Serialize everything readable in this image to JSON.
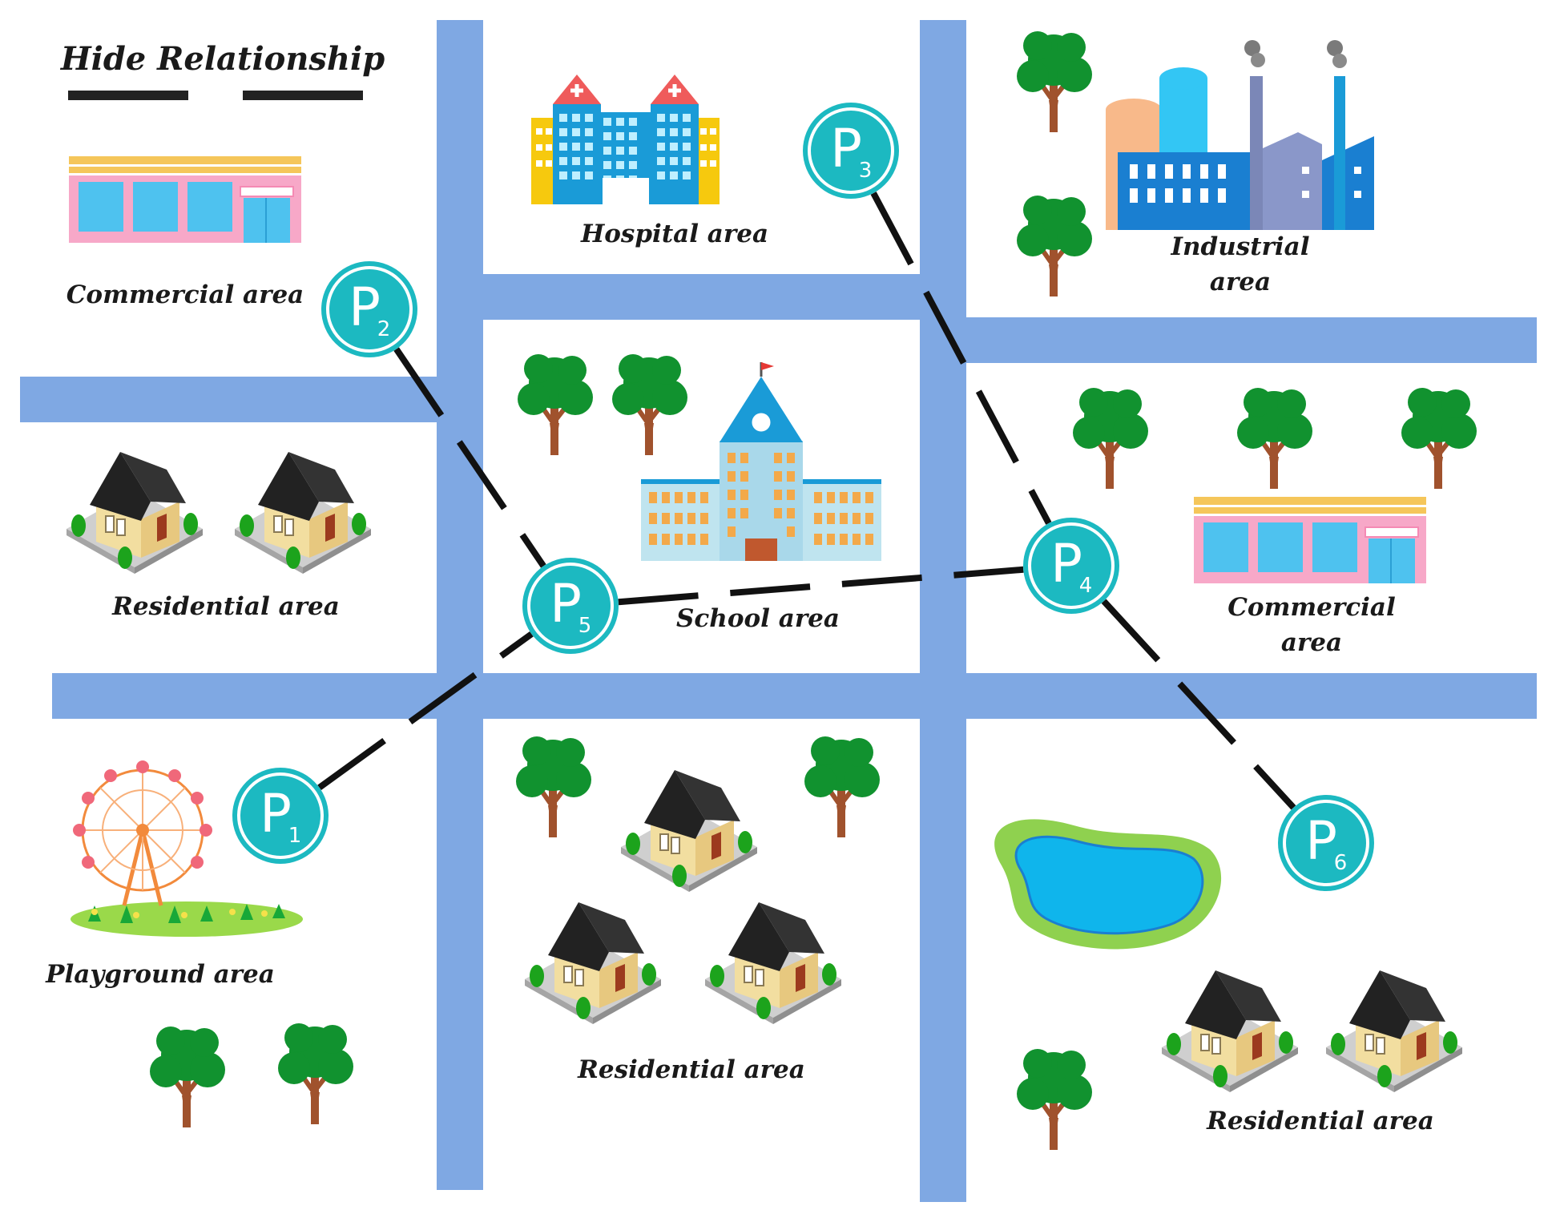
{
  "legend": {
    "title": "Hide Relationship"
  },
  "parking": [
    {
      "id": "P1",
      "letter": "P",
      "index": "1"
    },
    {
      "id": "P2",
      "letter": "P",
      "index": "2"
    },
    {
      "id": "P3",
      "letter": "P",
      "index": "3"
    },
    {
      "id": "P4",
      "letter": "P",
      "index": "4"
    },
    {
      "id": "P5",
      "letter": "P",
      "index": "5"
    },
    {
      "id": "P6",
      "letter": "P",
      "index": "6"
    }
  ],
  "hidden_links": [
    {
      "from": "P1",
      "to": "P5"
    },
    {
      "from": "P2",
      "to": "P5"
    },
    {
      "from": "P3",
      "to": "P4"
    },
    {
      "from": "P5",
      "to": "P4"
    },
    {
      "from": "P4",
      "to": "P6"
    }
  ],
  "areas": {
    "commercial_tl": "Commercial area",
    "hospital": "Hospital area",
    "industrial_1": "Industrial",
    "industrial_2": "area",
    "residential_left": "Residential area",
    "school": "School area",
    "commercial_right_1": "Commercial",
    "commercial_right_2": "area",
    "playground": "Playground area",
    "residential_center": "Residential area",
    "residential_right": "Residential area"
  },
  "colors": {
    "road": "#7fa8e3",
    "parking": "#1cb9c1",
    "link": "#111111",
    "tree": "#11922f",
    "trunk": "#a0522d"
  }
}
